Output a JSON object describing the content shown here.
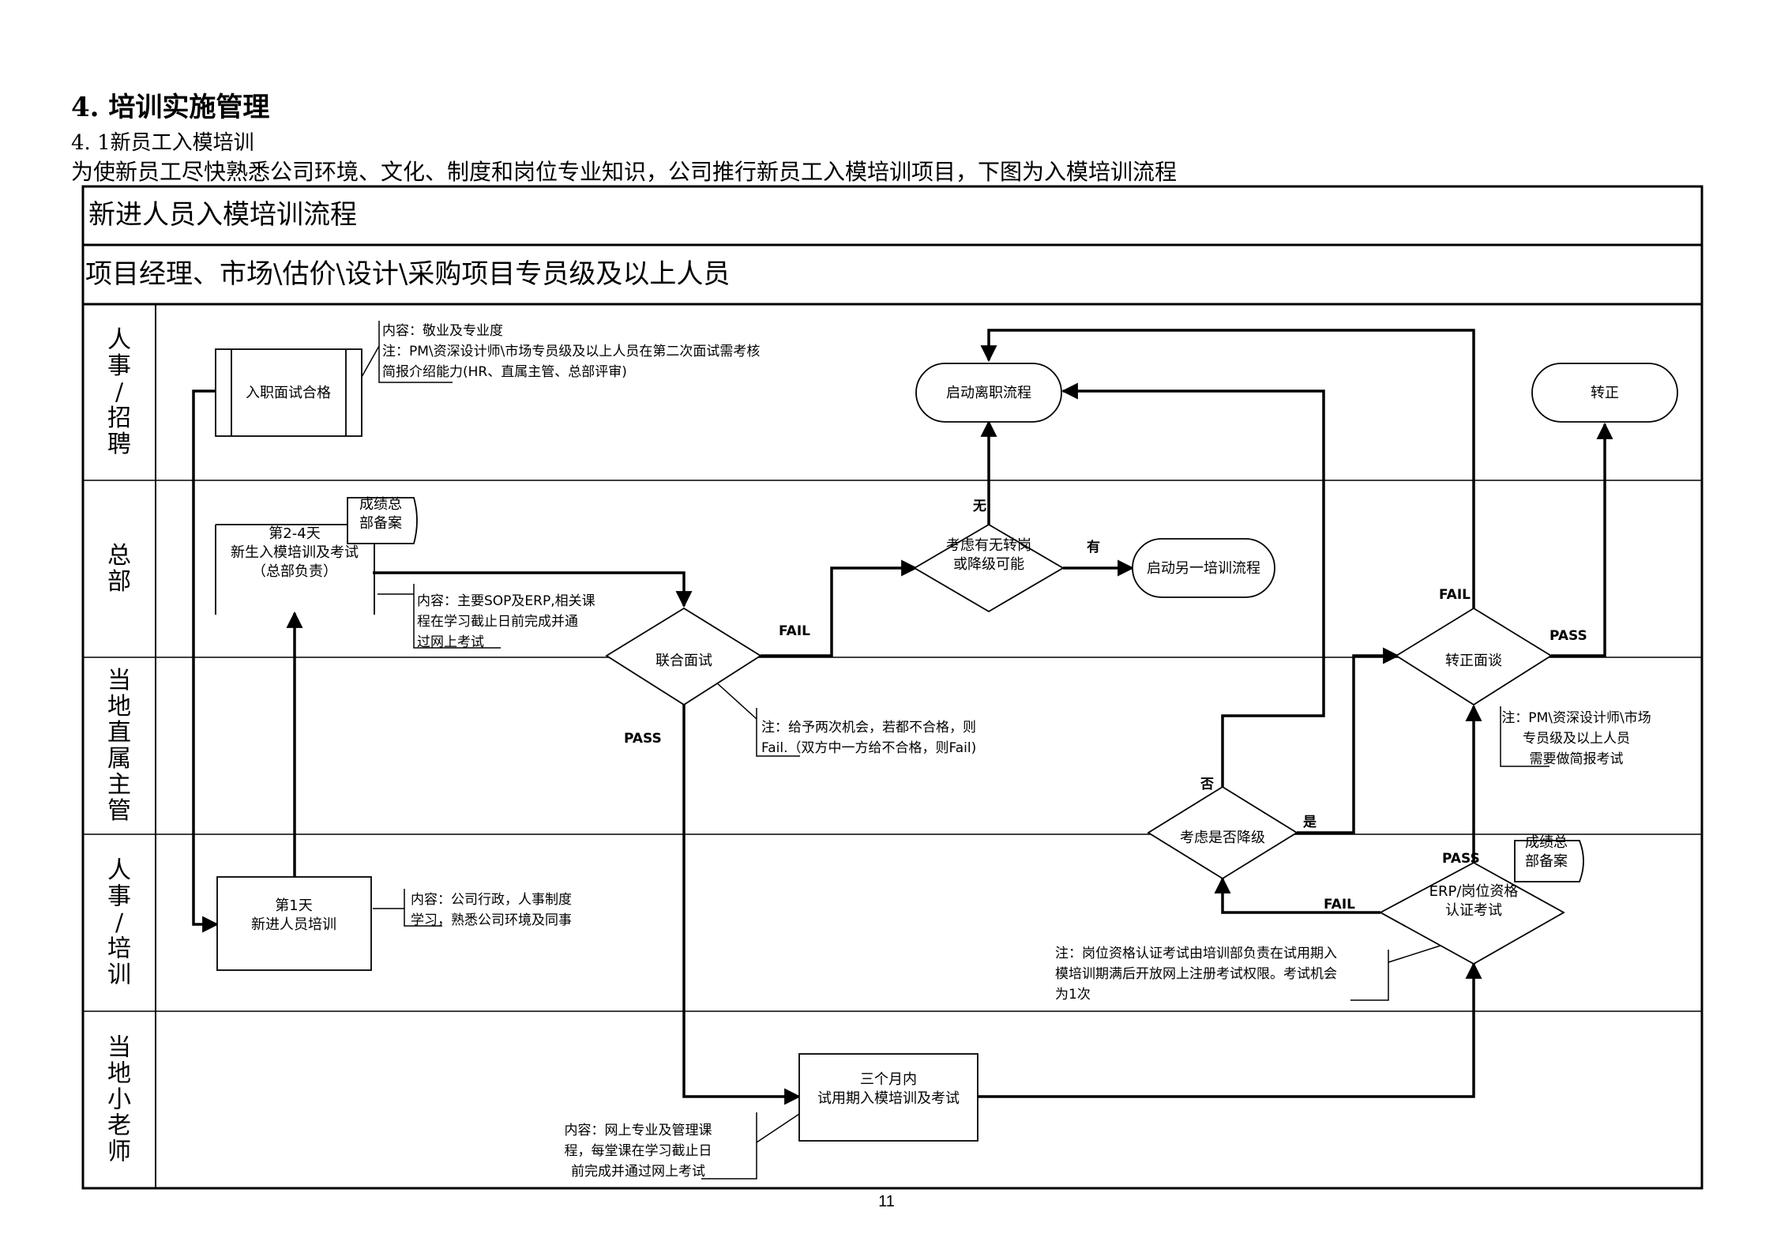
{
  "heading": "4. 培训实施管理",
  "subheading": "4. 1新员工入模培训",
  "intro": "为使新员工尽快熟悉公司环境、文化、制度和岗位专业知识，公司推行新员工入模培训项目，下图为入模培训流程",
  "table": {
    "title_row": "新进人员入模培训流程",
    "scope_row": "项目经理、市场\\估价\\设计\\采购项目专员级及以上人员"
  },
  "lanes": [
    {
      "chars": [
        "人",
        "事",
        "/",
        "招",
        "聘"
      ]
    },
    {
      "chars": [
        "总",
        "部"
      ]
    },
    {
      "chars": [
        "当",
        "地",
        "直",
        "属",
        "主",
        "管"
      ]
    },
    {
      "chars": [
        "人",
        "事",
        "/",
        "培",
        "训"
      ]
    },
    {
      "chars": [
        "当",
        "地",
        "小",
        "老",
        "师"
      ]
    }
  ],
  "nodes": {
    "interview_pass": {
      "lines": [
        "入职面试合格"
      ]
    },
    "start_leave": {
      "lines": [
        "启动离职流程"
      ]
    },
    "regularize": {
      "lines": [
        "转正"
      ]
    },
    "hq_training": {
      "lines": [
        "第2-4天",
        "新生入模培训及考试",
        "（总部负责）"
      ]
    },
    "hq_record_1": {
      "lines": [
        "成绩总",
        "部备案"
      ]
    },
    "consider_transfer": {
      "lines": [
        "考虑有无转岗",
        "或降级可能"
      ]
    },
    "start_other": {
      "lines": [
        "启动另一培训流程"
      ]
    },
    "joint_interview": {
      "lines": [
        "联合面试"
      ]
    },
    "regular_interview": {
      "lines": [
        "转正面谈"
      ]
    },
    "consider_demote": {
      "lines": [
        "考虑是否降级"
      ]
    },
    "day1_training": {
      "lines": [
        "第1天",
        "新进人员培训"
      ]
    },
    "erp_exam": {
      "lines": [
        "ERP/岗位资格",
        "认证考试"
      ]
    },
    "hq_record_2": {
      "lines": [
        "成绩总",
        "部备案"
      ]
    },
    "probation_training": {
      "lines": [
        "三个月内",
        "试用期入模培训及考试"
      ]
    }
  },
  "notes": {
    "interview_note": {
      "lines": [
        "内容：敬业及专业度",
        "注：PM\\资深设计师\\市场专员级及以上人员在第二次面试需考核",
        "简报介绍能力(HR、直属主管、总部评审)"
      ]
    },
    "hq_content_note": {
      "lines": [
        "内容：主要SOP及ERP,相关课",
        "程在学习截止日前完成并通",
        "过网上考试"
      ]
    },
    "joint_note": {
      "lines": [
        "注：给予两次机会，若都不合格，则",
        "Fail.（双方中一方给不合格，则Fail)"
      ]
    },
    "regular_note": {
      "lines": [
        "注：PM\\资深设计师\\市场",
        "专员级及以上人员",
        "需要做简报考试"
      ]
    },
    "day1_note": {
      "lines": [
        "内容：公司行政，人事制度",
        "学习，熟悉公司环境及同事"
      ]
    },
    "exam_note": {
      "lines": [
        "注：岗位资格认证考试由培训部负责在试用期入",
        "模培训期满后开放网上注册考试权限。考试机会",
        "为1次"
      ]
    },
    "online_note": {
      "lines": [
        "内容：网上专业及管理课",
        "程，每堂课在学习截止日",
        "前完成并通过网上考试"
      ]
    }
  },
  "edge_labels": {
    "no_transfer": "无",
    "has_transfer": "有",
    "joint_fail": "FAIL",
    "joint_pass": "PASS",
    "regular_fail": "FAIL",
    "regular_pass": "PASS",
    "demote_no": "否",
    "demote_yes": "是",
    "exam_pass": "PASS",
    "exam_fail": "FAIL"
  },
  "page_number": "11"
}
